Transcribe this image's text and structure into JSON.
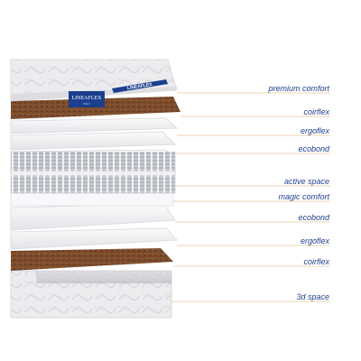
{
  "brand": {
    "logo_text": "LINEAFLEX",
    "logo_subtext": "ITALY",
    "tape_text": "LINEAFLEX"
  },
  "colors": {
    "label_text": "#1f3f8f",
    "leader_line": "#e8c99a",
    "logo_blue": "#1b3f8e",
    "coir": "#7a4a2a",
    "fabric": "#e9e9ec"
  },
  "layers": [
    {
      "label": "premium comfort"
    },
    {
      "label": "coirflex"
    },
    {
      "label": "ergoflex"
    },
    {
      "label": "ecobond"
    },
    {
      "label": "active space"
    },
    {
      "label": "magic comfort"
    },
    {
      "label": "ecobond"
    },
    {
      "label": "ergoflex"
    },
    {
      "label": "coirflex"
    },
    {
      "label": "3d space"
    }
  ]
}
